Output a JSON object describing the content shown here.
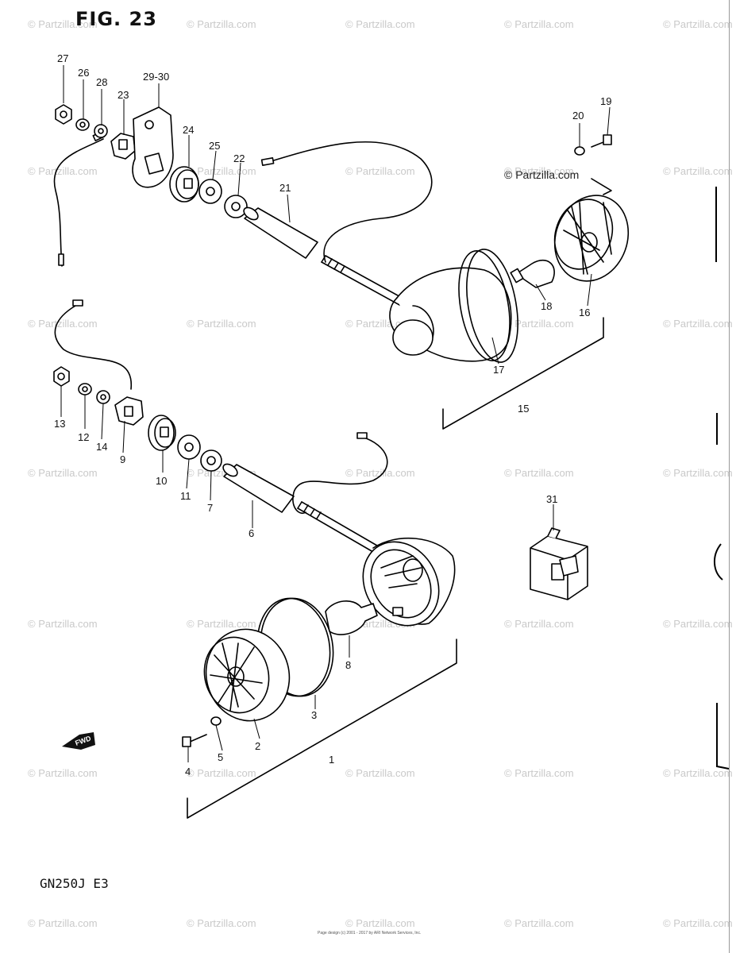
{
  "figure": {
    "title": "FIG. 23",
    "model": "GN250J  E3",
    "footer_note": "Page design (c) 2001 - 2017 by ARI Network Services, Inc.",
    "copyright_tag": "© Partzilla.com"
  },
  "watermark": {
    "text": "© Partzilla.com"
  },
  "callouts": [
    "1",
    "2",
    "3",
    "4",
    "5",
    "6",
    "7",
    "8",
    "9",
    "10",
    "11",
    "12",
    "13",
    "14",
    "15",
    "16",
    "17",
    "18",
    "19",
    "20",
    "21",
    "22",
    "23",
    "24",
    "25",
    "26",
    "27",
    "28",
    "29-30",
    "31"
  ],
  "fwd_label": "FWD"
}
